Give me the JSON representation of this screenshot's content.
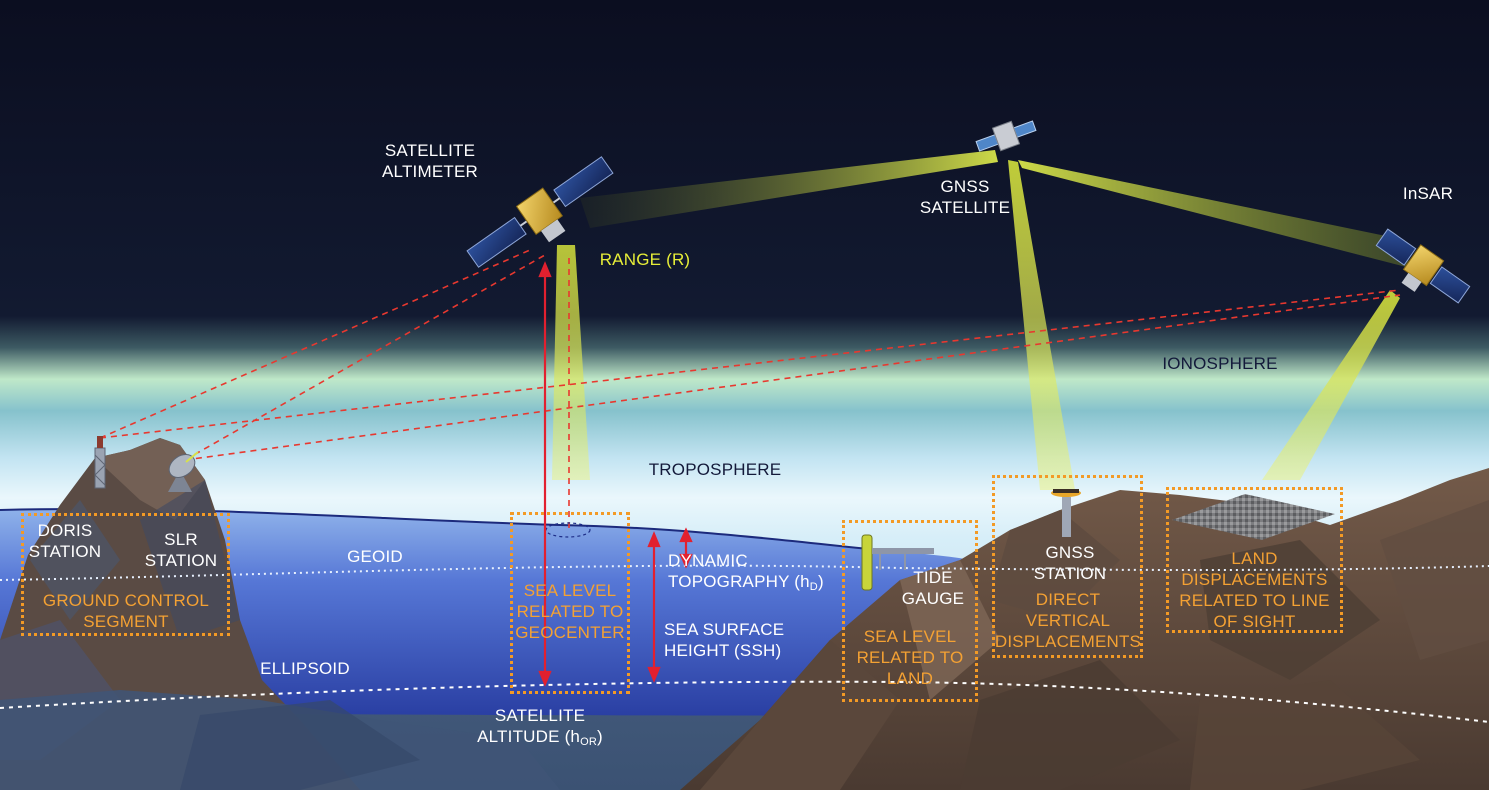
{
  "labels": {
    "satellite_altimeter": "SATELLITE\nALTIMETER",
    "gnss_satellite": "GNSS\nSATELLITE",
    "insar": "InSAR",
    "range": "RANGE (R)",
    "ionosphere": "IONOSPHERE",
    "troposphere": "TROPOSPHERE",
    "doris_station": "DORIS\nSTATION",
    "slr_station": "SLR\nSTATION",
    "ground_control_segment": "GROUND CONTROL\nSEGMENT",
    "geoid": "GEOID",
    "ellipsoid": "ELLIPSOID",
    "sea_level_geocenter": "SEA LEVEL\nRELATED TO\nGEOCENTER",
    "dynamic_topography": "DYNAMIC\nTOPOGRAPHY (h",
    "dynamic_topography_sub": "D",
    "dynamic_topography_end": ")",
    "sea_surface_height": "SEA SURFACE\nHEIGHT (SSH)",
    "satellite_altitude": "SATELLITE\nALTITUDE (h",
    "satellite_altitude_sub": "OR",
    "satellite_altitude_end": ")",
    "tide_gauge": "TIDE\nGAUGE",
    "sea_level_land": "SEA LEVEL\nRELATED TO\nLAND",
    "gnss_station": "GNSS\nSTATION",
    "direct_vertical": "DIRECT\nVERTICAL\nDISPLACEMENTS",
    "land_displacements": "LAND\nDISPLACEMENTS\nRELATED TO LINE\nOF SIGHT"
  },
  "colors": {
    "sky_dark": "#0c0f22",
    "airglow": "#b9e7c4",
    "troposphere": "#dbf1fb",
    "sea": "#4f6fd0",
    "rock": "#6b5445",
    "measurement_arrow": "#e2202f",
    "laser_link": "#e8382f",
    "beam": "#d6e34a",
    "box_border": "#f39a25",
    "box_text": "#f4a133"
  },
  "icons": [
    "altimeter-satellite-icon",
    "gnss-satellite-icon",
    "insar-satellite-icon",
    "doris-tower-icon",
    "slr-dish-icon",
    "tide-gauge-icon",
    "gnss-antenna-icon",
    "insar-terrain-patch-icon"
  ]
}
